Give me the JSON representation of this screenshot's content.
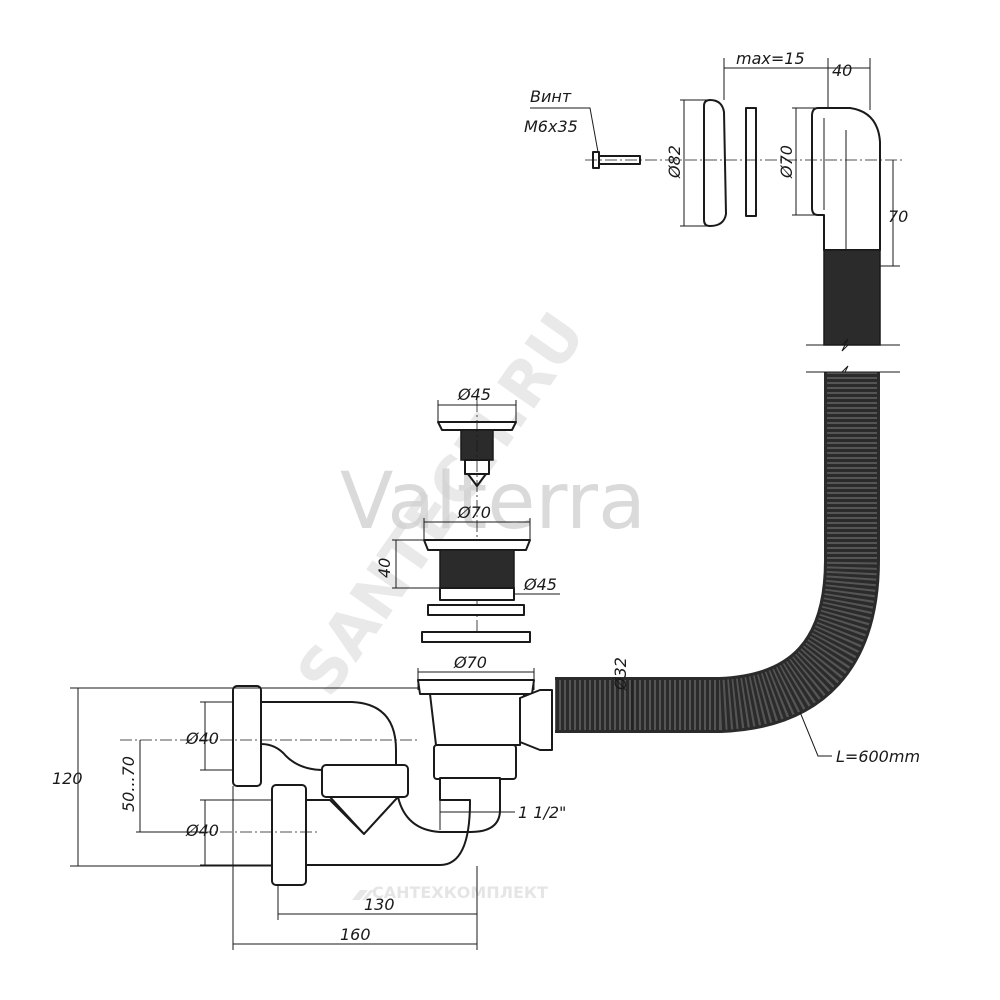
{
  "watermarks": {
    "brand": "Valterra",
    "site": "SANTECH.RU",
    "company": "САНТЕХКОМПЛЕКТ"
  },
  "labels": {
    "screw_line1": "Винт",
    "screw_line2": "M6x35",
    "max15": "max=15",
    "d40_top": "40",
    "d82": "Ø82",
    "d70_overflow": "Ø70",
    "d70_overflow_h": "70",
    "d45_plug": "Ø45",
    "d70_flange": "Ø70",
    "h40": "40",
    "d45_thread": "Ø45",
    "d70_lower": "Ø70",
    "d32": "Ø32",
    "hose_length": "L=600mm",
    "d40_upper": "Ø40",
    "d40_lower": "Ø40",
    "range_50_70": "50...70",
    "h120": "120",
    "thread_1_1_2": "1 1/2\"",
    "w130": "130",
    "w160": "160"
  }
}
